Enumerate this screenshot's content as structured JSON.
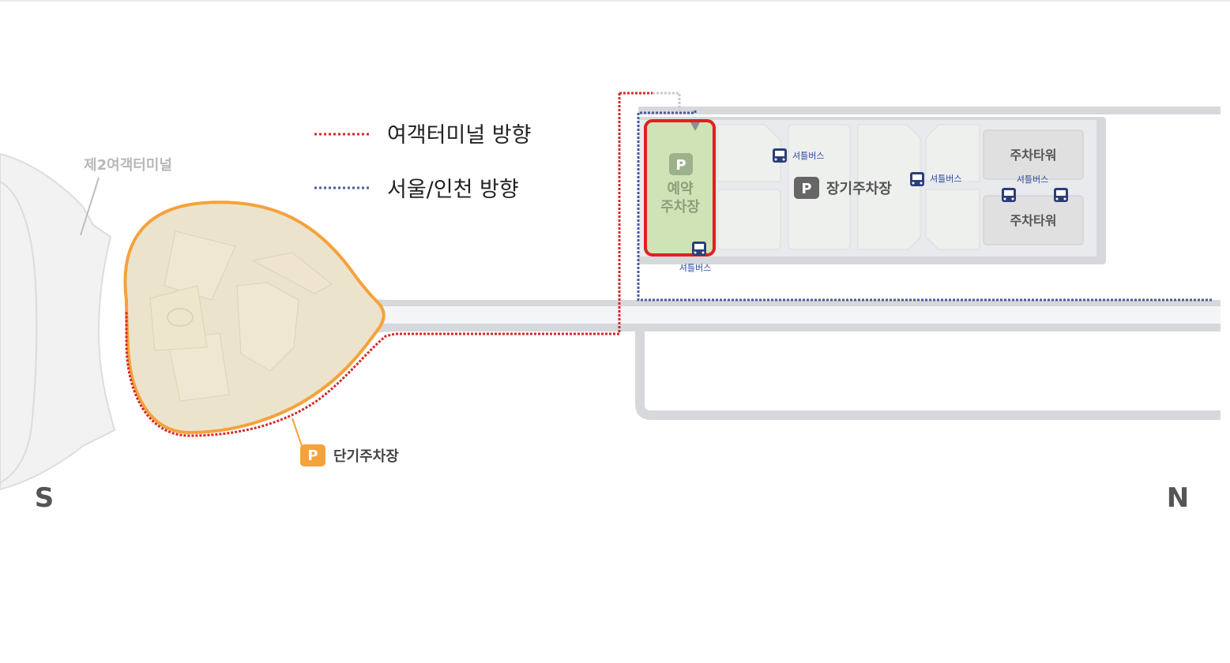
{
  "legend": {
    "terminal_direction": {
      "label": "여객터미널 방향",
      "color": "#d42a2a"
    },
    "seoul_incheon_direction": {
      "label": "서울/인천 방향",
      "color": "#4a5c9a"
    }
  },
  "terminal": {
    "label": "제2여객터미널"
  },
  "parking": {
    "reservation": {
      "icon_letter": "P",
      "label_line1": "예약",
      "label_line2": "주차장",
      "highlight_color": "#e02020"
    },
    "long_term": {
      "icon_letter": "P",
      "label": "장기주차장"
    },
    "short_term": {
      "icon_letter": "P",
      "label": "단기주차장",
      "color": "#f5a23c"
    },
    "tower_top": {
      "label": "주차타워"
    },
    "tower_bottom": {
      "label": "주차타워"
    }
  },
  "shuttle": {
    "stop_1": "셔틀버스",
    "stop_2": "셔틀버스",
    "stop_3": "셔틀버스",
    "stop_4": "셔틀버스"
  },
  "compass": {
    "south": "S",
    "north": "N"
  }
}
